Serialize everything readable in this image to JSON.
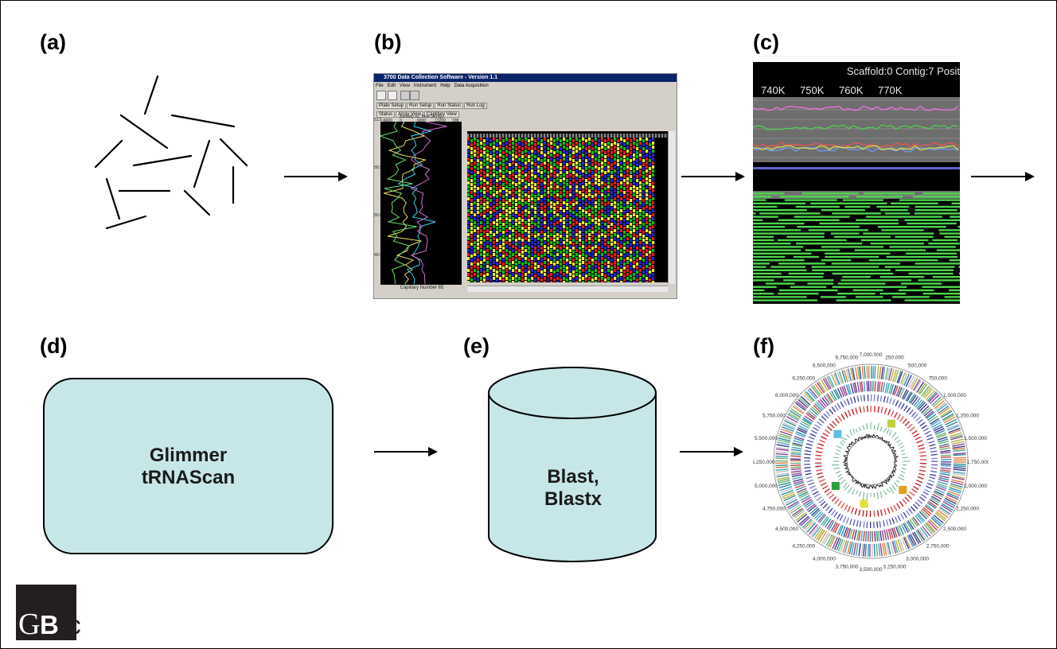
{
  "panels": {
    "a": {
      "label": "(a)"
    },
    "b": {
      "label": "(b)",
      "window_title": "3700 Data Collection Software - Version 1.1",
      "menu": [
        "File",
        "Edit",
        "View",
        "Instrument",
        "Help",
        "Data Acquisition"
      ],
      "tabs_row1": [
        "Plate Setup",
        "Run Setup",
        "Run Status",
        "Run Log"
      ],
      "tabs_row2": [
        "Status",
        "Array View",
        "Capillary View"
      ],
      "plot_title": "Intensity vs. Time (Array)",
      "x_ticks": [
        "-6600",
        "0",
        "6600",
        "13200",
        "198"
      ],
      "y_ticks": [
        "51.5",
        "50.5",
        "50.0",
        "49.5"
      ],
      "footer": "Capillary Number 65"
    },
    "c": {
      "label": "(c)",
      "header": "Scaffold:0  Contig:7  Posit",
      "ticks": [
        "740K",
        "750K",
        "760K",
        "770K"
      ]
    },
    "d": {
      "label": "(d)",
      "line1": "Glimmer",
      "line2": "tRNAScan"
    },
    "e": {
      "label": "(e)",
      "line1": "Blast,",
      "line2": "Blastx"
    },
    "f": {
      "label": "(f)",
      "ring_labels": [
        "7,000,000",
        "250,000",
        "500,000",
        "750,000",
        "1,000,000",
        "1,250,000",
        "1,500,000",
        "1,750,000",
        "2,000,000",
        "2,250,000",
        "2,500,000",
        "2,750,000",
        "3,000,000",
        "3,250,000",
        "3,500,000",
        "3,750,000",
        "4,000,000",
        "4,250,000",
        "4,500,000",
        "4,750,000",
        "5,000,000",
        "5,250,000",
        "5,500,000",
        "5,750,000",
        "6,000,000",
        "6,250,000",
        "6,500,000",
        "6,750,000"
      ]
    }
  },
  "logo": {
    "text_g": "G",
    "text_b": "B",
    "text_c": ".c"
  },
  "colors": {
    "box_fill": "#c7e6e8",
    "arrow": "#000000",
    "green_read": "#4cd64c"
  }
}
